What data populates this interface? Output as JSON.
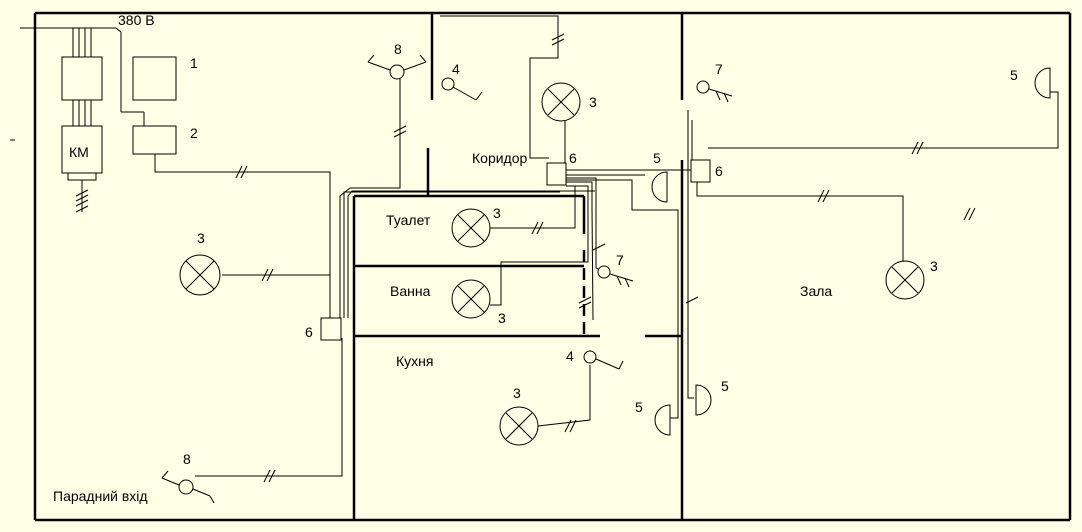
{
  "supply": {
    "voltage": "380 В"
  },
  "meter": {
    "label": "КМ"
  },
  "rooms": {
    "corridor": "Коридор",
    "toilet": "Туалет",
    "bath": "Ванна",
    "kitchen": "Кухня",
    "hall": "Зала",
    "entrance": "Парадний вхід"
  },
  "markers": {
    "n1": "1",
    "n2": "2",
    "n3": "3",
    "n4": "4",
    "n5": "5",
    "n6": "6",
    "n7": "7",
    "n8": "8"
  }
}
